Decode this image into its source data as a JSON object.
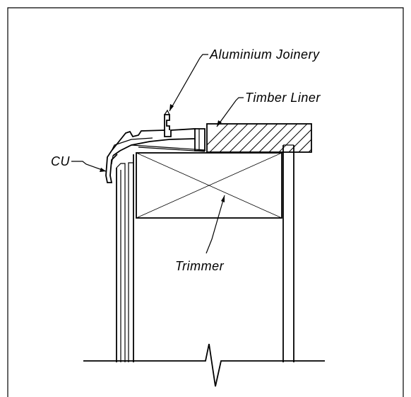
{
  "labels": {
    "aluminium_joinery": "Aluminium  Joinery",
    "timber_liner": "Timber  Liner",
    "cu": "CU",
    "trimmer": "Trimmer"
  },
  "colors": {
    "line": "#000000",
    "background": "#ffffff"
  }
}
